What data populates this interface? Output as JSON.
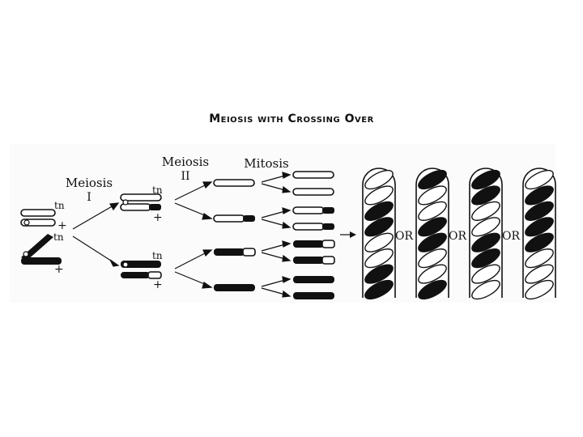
{
  "title": "Meiosis with Crossing Over",
  "stages": {
    "meiosis1": [
      "Meiosis",
      "I"
    ],
    "meiosis2": [
      "Meiosis",
      "II"
    ],
    "mitosis": "Mitosis"
  },
  "gene_labels": {
    "tn": "tn",
    "plus": "+",
    "circle": "o"
  },
  "or_label": "OR",
  "colors": {
    "ink": "#111111",
    "paper": "#ffffff",
    "panel": "#fbfbfb"
  },
  "tetrad_columns": [
    {
      "pattern": [
        0,
        0,
        1,
        1,
        0,
        0,
        1,
        1
      ]
    },
    {
      "pattern": [
        1,
        0,
        0,
        1,
        1,
        0,
        0,
        1
      ]
    },
    {
      "pattern": [
        1,
        1,
        0,
        0,
        1,
        1,
        0,
        0
      ]
    },
    {
      "pattern": [
        0,
        1,
        1,
        1,
        1,
        0,
        0,
        0
      ]
    }
  ]
}
